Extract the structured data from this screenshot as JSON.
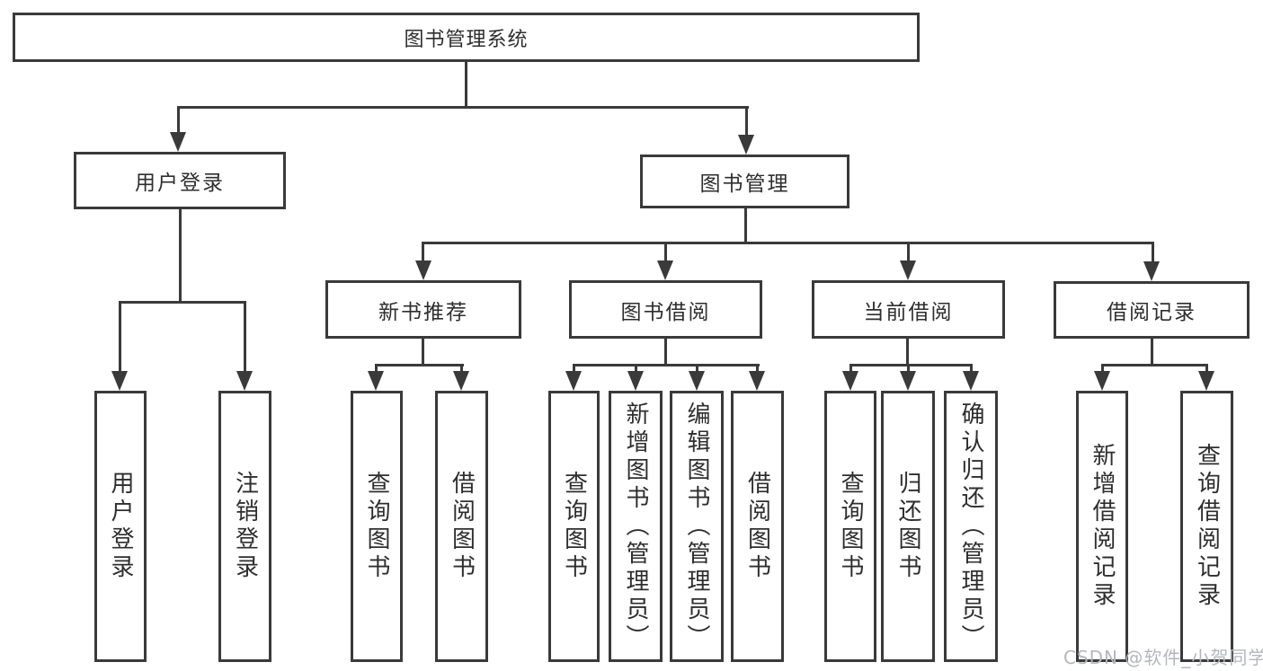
{
  "diagram_type": "hierarchy-tree",
  "tree": {
    "root": {
      "label": "图书管理系统"
    },
    "level2": [
      {
        "id": "user-login",
        "parent": "图书管理系统",
        "label": "用户登录"
      },
      {
        "id": "book-management",
        "parent": "图书管理系统",
        "label": "图书管理"
      }
    ],
    "level3": [
      {
        "id": "new-book-recommend",
        "parent": "图书管理",
        "label": "新书推荐"
      },
      {
        "id": "book-borrowing",
        "parent": "图书管理",
        "label": "图书借阅"
      },
      {
        "id": "current-borrowing",
        "parent": "图书管理",
        "label": "当前借阅"
      },
      {
        "id": "borrowing-records",
        "parent": "图书管理",
        "label": "借阅记录"
      }
    ],
    "leaves": [
      {
        "parent": "用户登录",
        "label": "用户登录"
      },
      {
        "parent": "用户登录",
        "label": "注销登录"
      },
      {
        "parent": "新书推荐",
        "label": "查询图书"
      },
      {
        "parent": "新书推荐",
        "label": "借阅图书"
      },
      {
        "parent": "图书借阅",
        "label": "查询图书"
      },
      {
        "parent": "图书借阅",
        "label": "新增图书（管理员）"
      },
      {
        "parent": "图书借阅",
        "label": "编辑图书（管理员）"
      },
      {
        "parent": "图书借阅",
        "label": "借阅图书"
      },
      {
        "parent": "当前借阅",
        "label": "查询图书"
      },
      {
        "parent": "当前借阅",
        "label": "归还图书"
      },
      {
        "parent": "当前借阅",
        "label": "确认归还（管理员）"
      },
      {
        "parent": "借阅记录",
        "label": "新增借阅记录"
      },
      {
        "parent": "借阅记录",
        "label": "查询借阅记录"
      }
    ]
  },
  "watermark": {
    "text": "CSDN @软件_小贺同学"
  },
  "colors": {
    "line": "#3a3a3a",
    "text": "#2e2e2e",
    "background": "#ffffff",
    "watermark": "#b3b7be"
  }
}
